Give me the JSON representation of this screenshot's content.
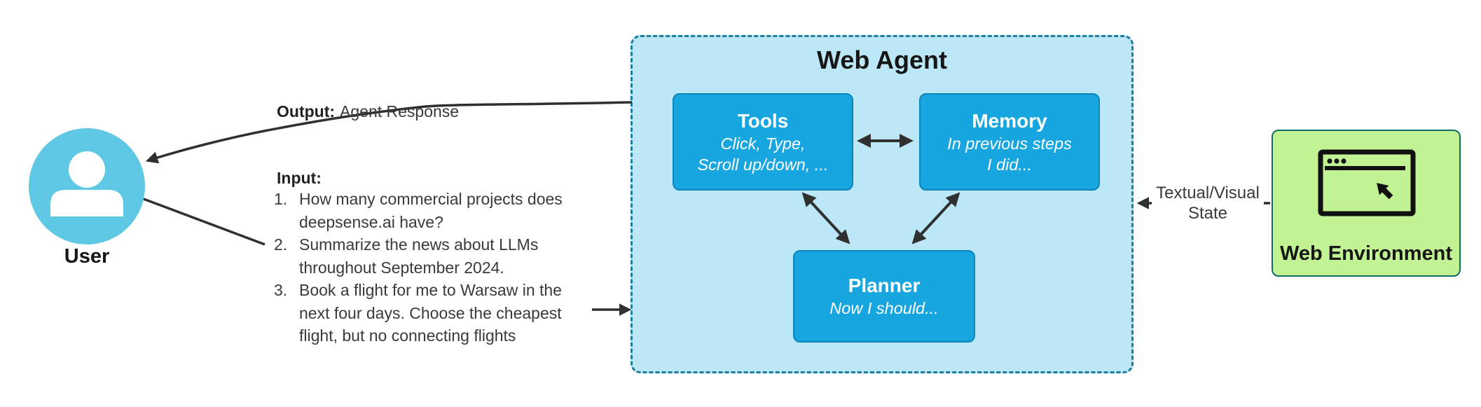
{
  "diagram": {
    "user": {
      "label": "User"
    },
    "io": {
      "output_label": "Output:",
      "output_text": "Agent Response",
      "input_label": "Input:",
      "input_items": [
        {
          "num": "1.",
          "lines": [
            "How many commercial projects does",
            "deepsense.ai have?"
          ]
        },
        {
          "num": "2.",
          "lines": [
            "Summarize the news about LLMs",
            "throughout September 2024."
          ]
        },
        {
          "num": "3.",
          "lines": [
            "Book a flight for me to Warsaw in the",
            "next four days. Choose the cheapest",
            "flight, but no connecting flights"
          ]
        }
      ]
    },
    "web_agent": {
      "title": "Web Agent",
      "tools": {
        "title": "Tools",
        "lines": [
          "Click, Type,",
          "Scroll up/down, ..."
        ]
      },
      "memory": {
        "title": "Memory",
        "lines": [
          "In previous steps",
          "I did..."
        ]
      },
      "planner": {
        "title": "Planner",
        "lines": [
          "Now I should..."
        ]
      }
    },
    "env": {
      "label": "Web Environment",
      "state_label_lines": [
        "Textual/Visual",
        "State"
      ]
    },
    "icons": {
      "user": "user-silhouette-icon",
      "environment": "browser-window-with-cursor-icon"
    }
  },
  "colors": {
    "user_fill": "#5ec8e5",
    "agent_fill": "#bce7f6",
    "agent_border": "#1f7da2",
    "component_fill": "#17a6e0",
    "component_border": "#0d85bb",
    "env_fill": "#c1f294",
    "env_border": "#0f6f66",
    "arrow": "#2f3130",
    "heading_text": "#161616",
    "body_text": "#3a3a3a"
  }
}
